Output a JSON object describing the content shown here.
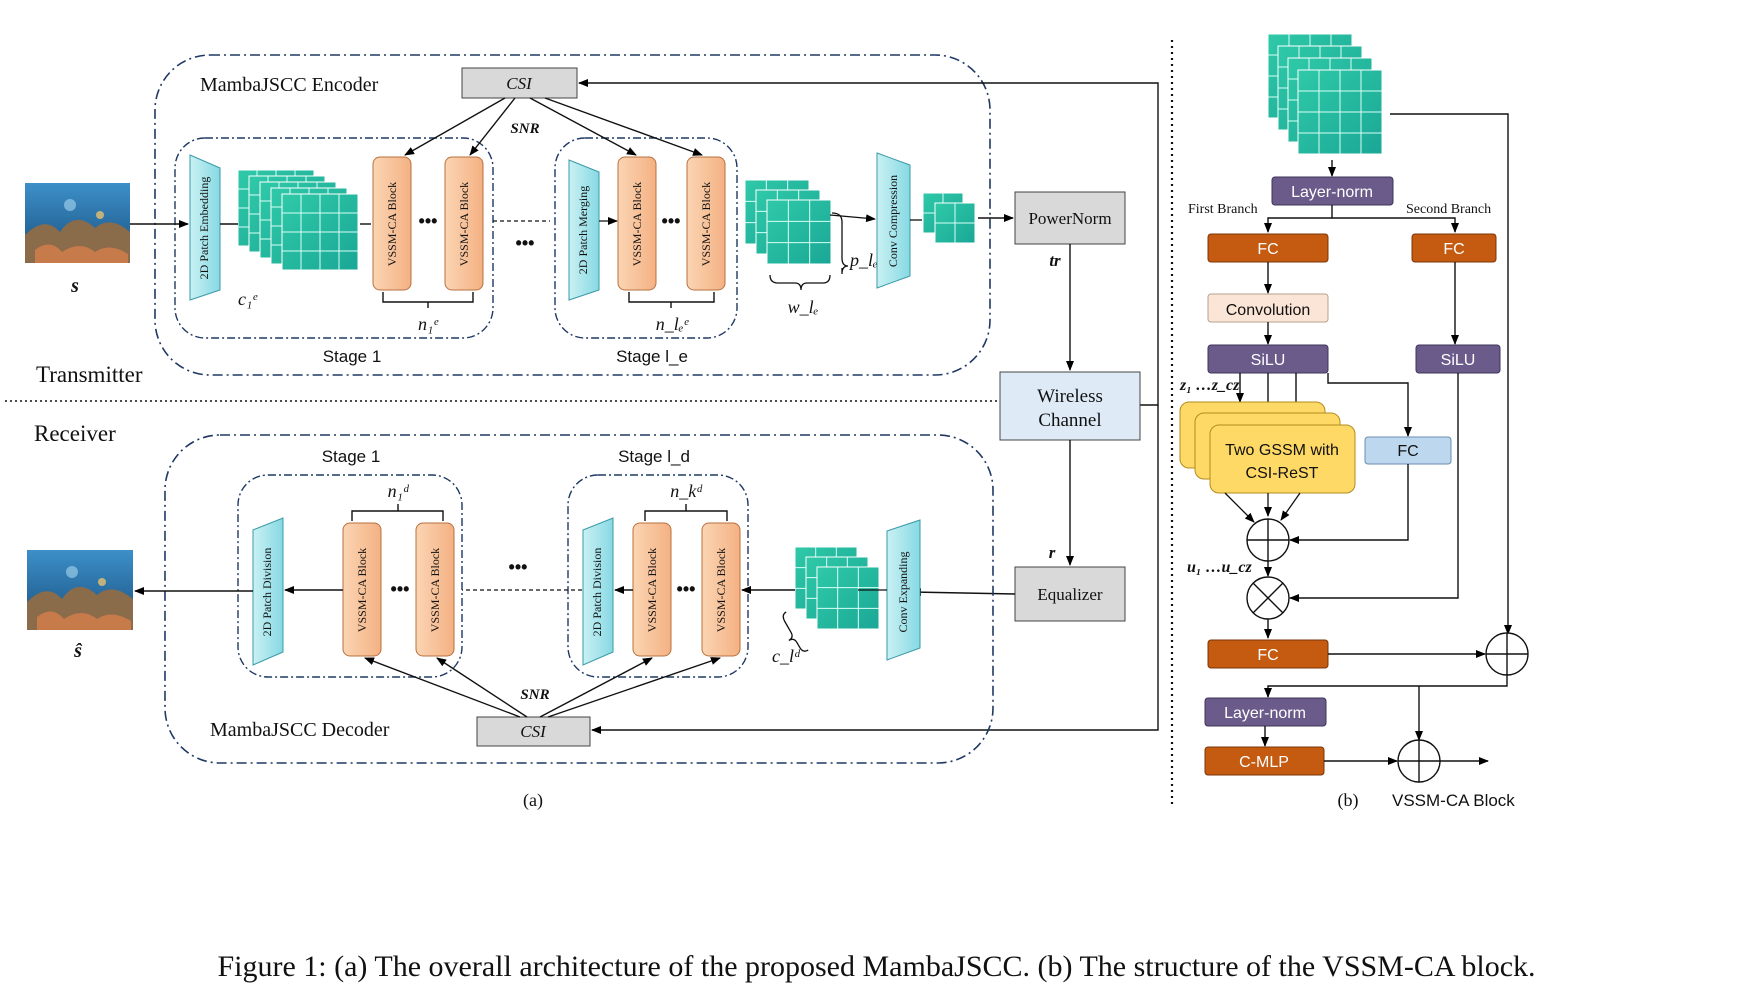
{
  "caption": "Figure 1: (a) The overall architecture of the proposed MambaJSCC. (b) The structure of the VSSM-CA block.",
  "panel_a": {
    "label": "(a)",
    "transmitter_label": "Transmitter",
    "receiver_label": "Receiver",
    "encoder": {
      "title": "MambaJSCC Encoder",
      "csi": "CSI",
      "snr": "SNR",
      "input_symbol": "s",
      "patch_embedding": "2D Patch Embedding",
      "patch_merging": "2D Patch Merging",
      "block": "VSSM-CA Block",
      "conv": "Conv Compression",
      "stage1": "Stage 1",
      "stage_le": "Stage l_e",
      "c1": "c₁ᵉ",
      "n1": "n₁ᵉ",
      "nle": "n_lₑᵉ",
      "wle": "w_lₑ",
      "ple": "p_lₑ",
      "dots": "•••"
    },
    "channel": {
      "powernorm": "PowerNorm",
      "tr": "tr",
      "wireless_line1": "Wireless",
      "wireless_line2": "Channel",
      "r": "r",
      "equalizer": "Equalizer"
    },
    "decoder": {
      "title": "MambaJSCC Decoder",
      "csi": "CSI",
      "snr": "SNR",
      "output_symbol": "ŝ",
      "patch_division": "2D Patch Division",
      "block": "VSSM-CA Block",
      "conv": "Conv Expanding",
      "stage1": "Stage 1",
      "stage_ld": "Stage l_d",
      "n1": "n₁ᵈ",
      "nk": "n_kᵈ",
      "cld": "c_lᵈ",
      "dots": "•••"
    }
  },
  "panel_b": {
    "label": "(b)",
    "title": "VSSM-CA Block",
    "layer_norm_top": "Layer-norm",
    "first_branch": "First Branch",
    "second_branch": "Second Branch",
    "fc": "FC",
    "convolution": "Convolution",
    "silu": "SiLU",
    "gssm_line1": "Two GSSM with",
    "gssm_line2": "CSI-ReST",
    "z_label": "z₁ …z_cz",
    "u_label": "u₁ …u_cz",
    "layer_norm_bottom": "Layer-norm",
    "cmlp": "C-MLP"
  },
  "colors": {
    "fc": "#c55a11",
    "silu": "#6b5b8a",
    "layer_norm": "#6b5b8a",
    "convolution": "#fbe5d6",
    "gssm": "#ffd966",
    "fc_blue": "#bdd7ee",
    "vssm_block": "#f8cba2",
    "patch": "#9fe0e8",
    "feature": "#1fb5a0",
    "gray_box": "#d9d9d9",
    "channel_box": "#deebf7",
    "dashed": "#1f3864"
  }
}
